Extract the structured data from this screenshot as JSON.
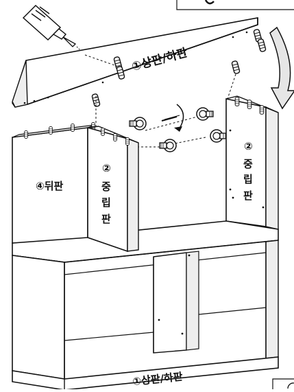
{
  "labels": {
    "top_panel": "①상판/하판",
    "bottom_panel": "①상판/하판",
    "back_panel": "④뒤판",
    "left_divider_num": "②",
    "left_divider_c1": "중",
    "left_divider_c2": "립",
    "left_divider_c3": "판",
    "right_divider_num": "②",
    "right_divider_c1": "중",
    "right_divider_c2": "립",
    "right_divider_c3": "판"
  },
  "colors": {
    "line": "#111111",
    "panel_fill": "#ffffff",
    "shade": "#cfcfcf",
    "arrow_fill": "#e6e6e6"
  },
  "icons": [
    "glue-bottle-icon",
    "cam-lock-icon",
    "dowel-icon",
    "screwdriver-icon",
    "curved-arrow-icon"
  ]
}
